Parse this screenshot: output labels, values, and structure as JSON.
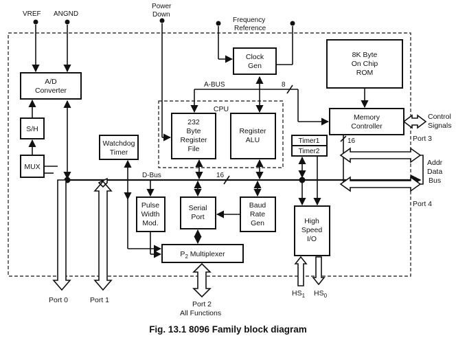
{
  "pins": {
    "vref": "VREF",
    "angnd": "ANGND",
    "power_down_line1": "Power",
    "power_down_line2": "Down",
    "freq_line1": "Frequency",
    "freq_line2": "Reference"
  },
  "blocks": {
    "ad_line1": "A/D",
    "ad_line2": "Converter",
    "sh": "S/H",
    "mux": "MUX",
    "watchdog_line1": "Watchdog",
    "watchdog_line2": "Timer",
    "clock_line1": "Clock",
    "clock_line2": "Gen",
    "cpu": "CPU",
    "regfile_line1": "232",
    "regfile_line2": "Byte",
    "regfile_line3": "Register",
    "regfile_line4": "File",
    "alu_line1": "Register",
    "alu_line2": "ALU",
    "rom_line1": "8K Byte",
    "rom_line2": "On Chip",
    "rom_line3": "ROM",
    "memctl_line1": "Memory",
    "memctl_line2": "Controller",
    "timer1": "Timer1",
    "timer2": "Timer2",
    "pwm_line1": "Pulse",
    "pwm_line2": "Width",
    "pwm_line3": "Mod.",
    "serial_line1": "Serial",
    "serial_line2": "Port",
    "baud_line1": "Baud",
    "baud_line2": "Rate",
    "baud_line3": "Gen",
    "p2mux_prefix": "P",
    "p2mux_sub": "2",
    "p2mux_suffix": " Multiplexer",
    "hsio_line1": "High",
    "hsio_line2": "Speed",
    "hsio_line3": "I/O"
  },
  "buses": {
    "abus": "A-BUS",
    "abus_width": "8",
    "dbus": "D-Bus",
    "dbus_width": "16",
    "port_width": "16"
  },
  "ports": {
    "port0": "Port 0",
    "port1": "Port 1",
    "port2_line1": "Port 2",
    "port2_line2": "All Functions",
    "port3": "Port 3",
    "port4": "Port 4",
    "control_line1": "Control",
    "control_line2": "Signals",
    "addr_line1": "Addr",
    "addr_line2": "Data",
    "addr_line3": "Bus",
    "hs1_prefix": "HS",
    "hs1_sub": "1",
    "hs0_prefix": "HS",
    "hs0_sub": "0"
  },
  "caption": "Fig. 13.1 8096 Family block diagram"
}
